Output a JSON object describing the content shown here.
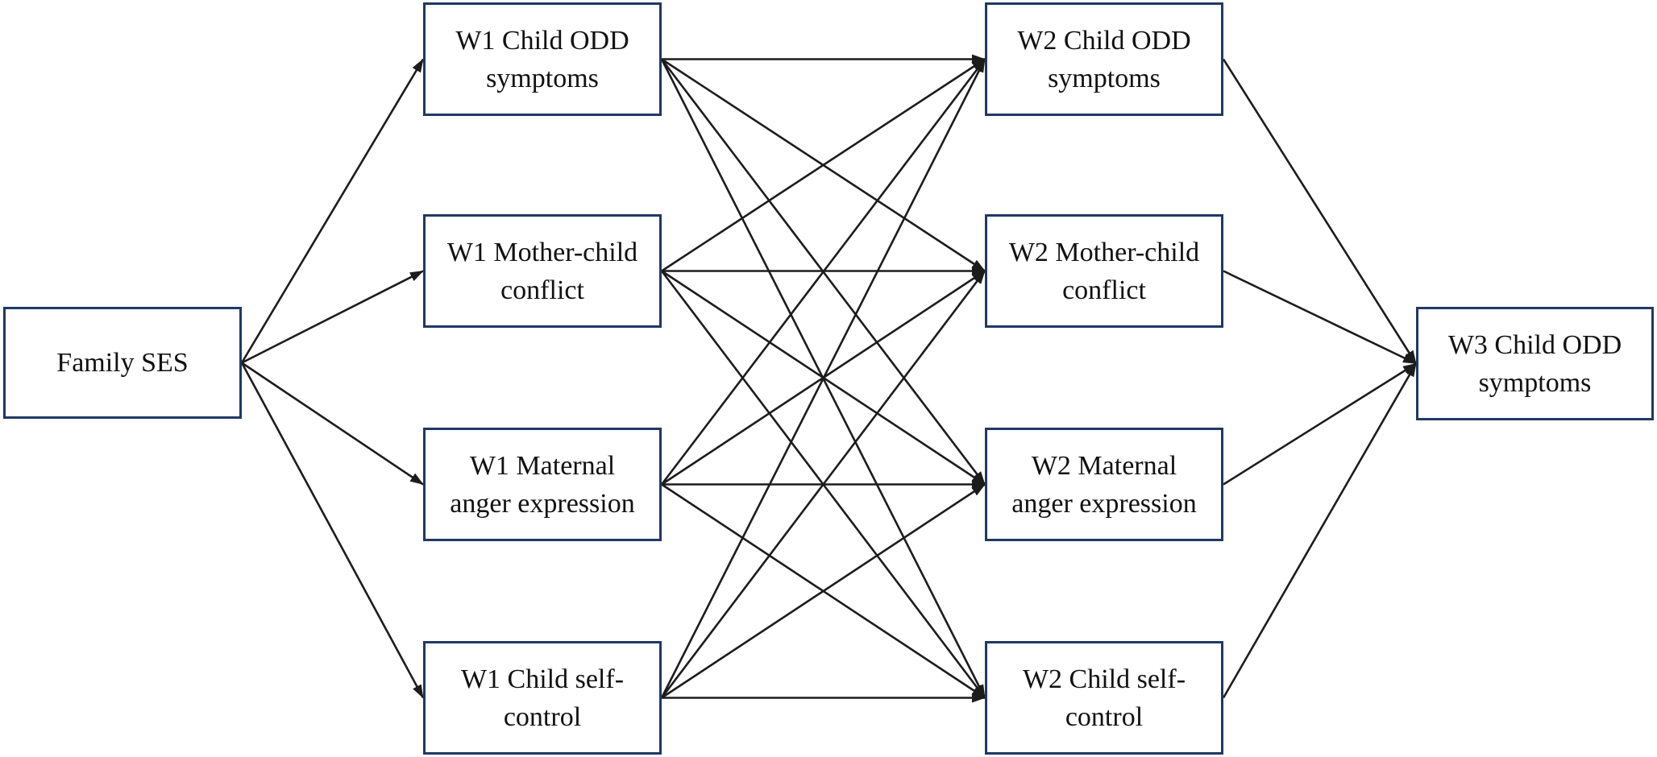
{
  "diagram": {
    "type": "path-model",
    "colors": {
      "box_border": "#203864",
      "line": "#1c1c1c",
      "text": "#111111",
      "background": "#ffffff"
    },
    "nodes": [
      {
        "id": "family-ses",
        "label": "Family SES"
      },
      {
        "id": "w1-odd",
        "label": "W1 Child ODD\nsymptoms"
      },
      {
        "id": "w1-conflict",
        "label": "W1 Mother-child\nconflict"
      },
      {
        "id": "w1-anger",
        "label": "W1 Maternal\nanger expression"
      },
      {
        "id": "w1-selfctrl",
        "label": "W1 Child self-\ncontrol"
      },
      {
        "id": "w2-odd",
        "label": "W2 Child ODD\nsymptoms"
      },
      {
        "id": "w2-conflict",
        "label": "W2 Mother-child\nconflict"
      },
      {
        "id": "w2-anger",
        "label": "W2 Maternal\nanger expression"
      },
      {
        "id": "w2-selfctrl",
        "label": "W2 Child self-\ncontrol"
      },
      {
        "id": "w3-odd",
        "label": "W3 Child ODD\nsymptoms"
      }
    ],
    "edges": [
      [
        "family-ses",
        "w1-odd"
      ],
      [
        "family-ses",
        "w1-conflict"
      ],
      [
        "family-ses",
        "w1-anger"
      ],
      [
        "family-ses",
        "w1-selfctrl"
      ],
      [
        "w1-odd",
        "w2-odd"
      ],
      [
        "w1-odd",
        "w2-conflict"
      ],
      [
        "w1-odd",
        "w2-anger"
      ],
      [
        "w1-odd",
        "w2-selfctrl"
      ],
      [
        "w1-conflict",
        "w2-odd"
      ],
      [
        "w1-conflict",
        "w2-conflict"
      ],
      [
        "w1-conflict",
        "w2-anger"
      ],
      [
        "w1-conflict",
        "w2-selfctrl"
      ],
      [
        "w1-anger",
        "w2-odd"
      ],
      [
        "w1-anger",
        "w2-conflict"
      ],
      [
        "w1-anger",
        "w2-anger"
      ],
      [
        "w1-anger",
        "w2-selfctrl"
      ],
      [
        "w1-selfctrl",
        "w2-odd"
      ],
      [
        "w1-selfctrl",
        "w2-conflict"
      ],
      [
        "w1-selfctrl",
        "w2-anger"
      ],
      [
        "w1-selfctrl",
        "w2-selfctrl"
      ],
      [
        "w2-odd",
        "w3-odd"
      ],
      [
        "w2-conflict",
        "w3-odd"
      ],
      [
        "w2-anger",
        "w3-odd"
      ],
      [
        "w2-selfctrl",
        "w3-odd"
      ]
    ]
  }
}
